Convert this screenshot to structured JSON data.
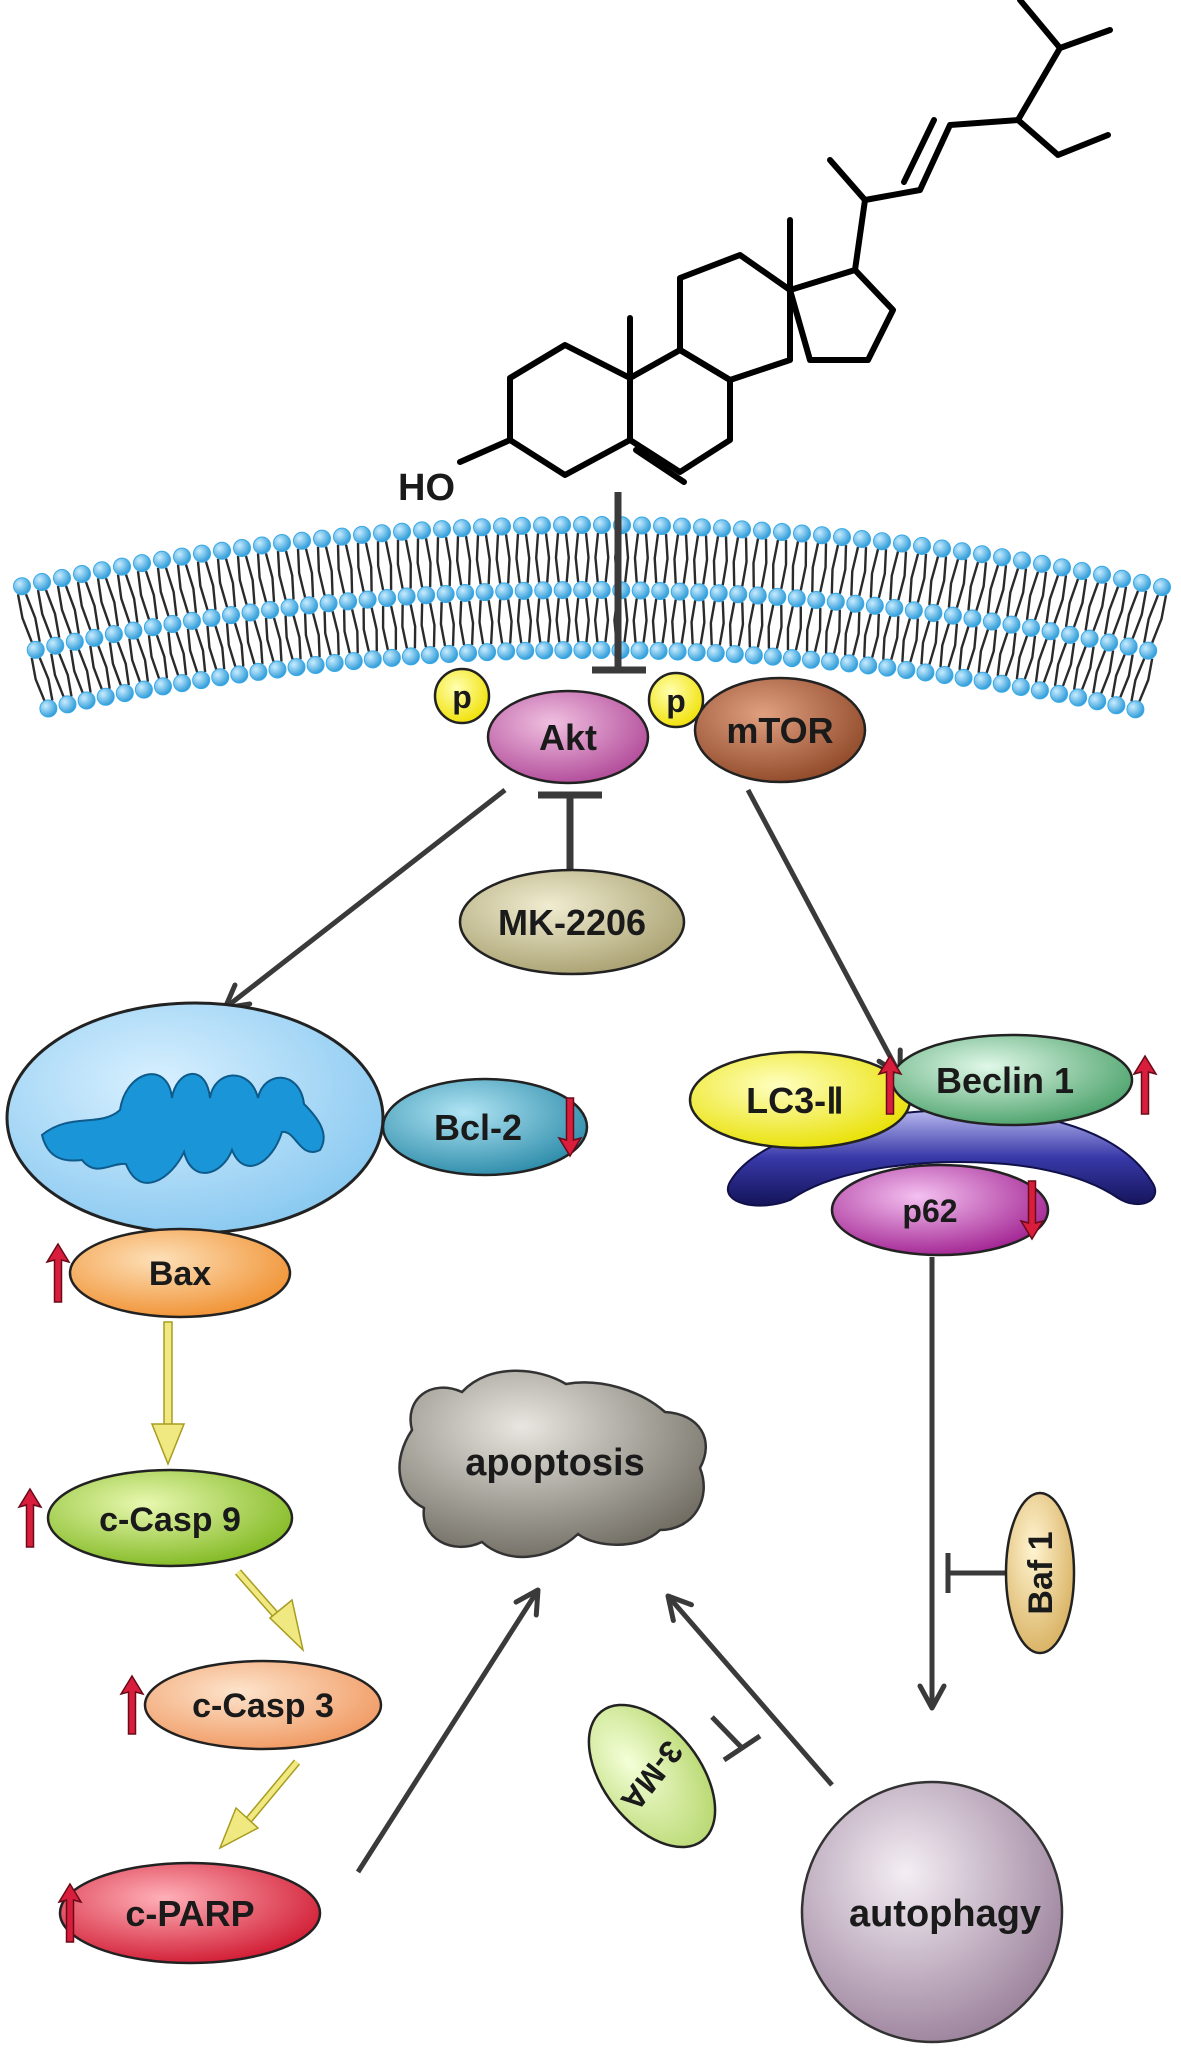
{
  "molecule": {
    "hydroxyl_label": "HO"
  },
  "nodes": {
    "p_left": "p",
    "akt": "Akt",
    "p_right": "p",
    "mtor": "mTOR",
    "mk2206": "MK-2206",
    "bcl2": "Bcl-2",
    "bax": "Bax",
    "casp9": "c-Casp 9",
    "casp3": "c-Casp 3",
    "parp": "c-PARP",
    "apoptosis": "apoptosis",
    "lc3": "LC3-Ⅱ",
    "beclin1": "Beclin 1",
    "p62": "p62",
    "baf1": "Baf 1",
    "ma3": "3-MA",
    "autophagy": "autophagy"
  },
  "regulation": {
    "bcl2": "down",
    "bax": "up",
    "casp9": "up",
    "casp3": "up",
    "parp": "up",
    "lc3": "up",
    "beclin1": "up",
    "p62": "down"
  },
  "colors": {
    "membrane_head": "#39a9e6",
    "akt": "#c058a8",
    "mtor": "#a0583a",
    "mk2206": "#c8c29a",
    "mitochondrion": "#a9d8f5",
    "cristae": "#1a96d8",
    "bcl2": "#3a9ab8",
    "bax": "#f5a44e",
    "casp9": "#98cc3a",
    "casp3": "#f7b07a",
    "parp": "#e03048",
    "apoptosis": "#8e8a80",
    "lc3": "#f4f000",
    "beclin1": "#5cb07a",
    "p62": "#b030a0",
    "phagophore": "#2a2a8a",
    "baf1": "#e0c070",
    "ma3": "#c8e080",
    "autophagy": "#b8a0b8",
    "red_arrow": "#d81e3c",
    "yellow_arrow": "#d8cc30"
  }
}
